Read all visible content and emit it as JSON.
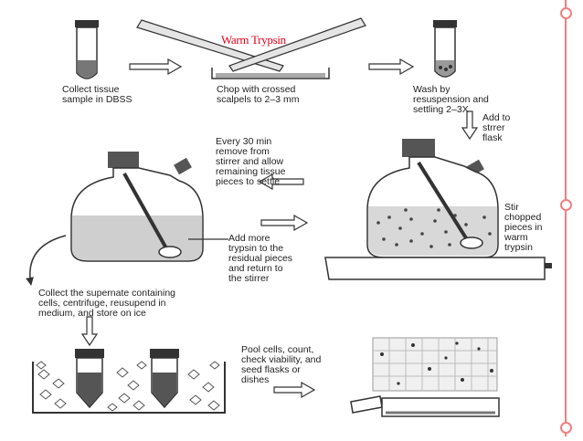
{
  "highlight": {
    "title": "Warm Trypsin",
    "color": "#e8001c"
  },
  "steps": {
    "collect": "Collect tissue\nsample in DBSS",
    "chop": "Chop with crossed\nscalpels to 2–3 mm",
    "wash": "Wash by\nresuspension and\nsettling 2–3X",
    "add_to_flask": "Add to\nstrrer\nflask",
    "every_30": "Every 30 min\nremove from\nstirrer and allow\nremaining tissue\npieces to settle",
    "stir": "Stir\nchopped\npieces in\nwarm\ntrypsin",
    "add_more": "Add more\ntrypsin to the\nresidual pieces\nand return to\nthe stirrer",
    "collect_supernate": "Collect the supernate containing\ncells, centrifuge, reusupend in\nmedium, and store on ice",
    "pool": "Pool cells, count,\ncheck viability, and\nseed flasks or\ndishes"
  },
  "decor": {
    "accent_color": "#f08080"
  }
}
